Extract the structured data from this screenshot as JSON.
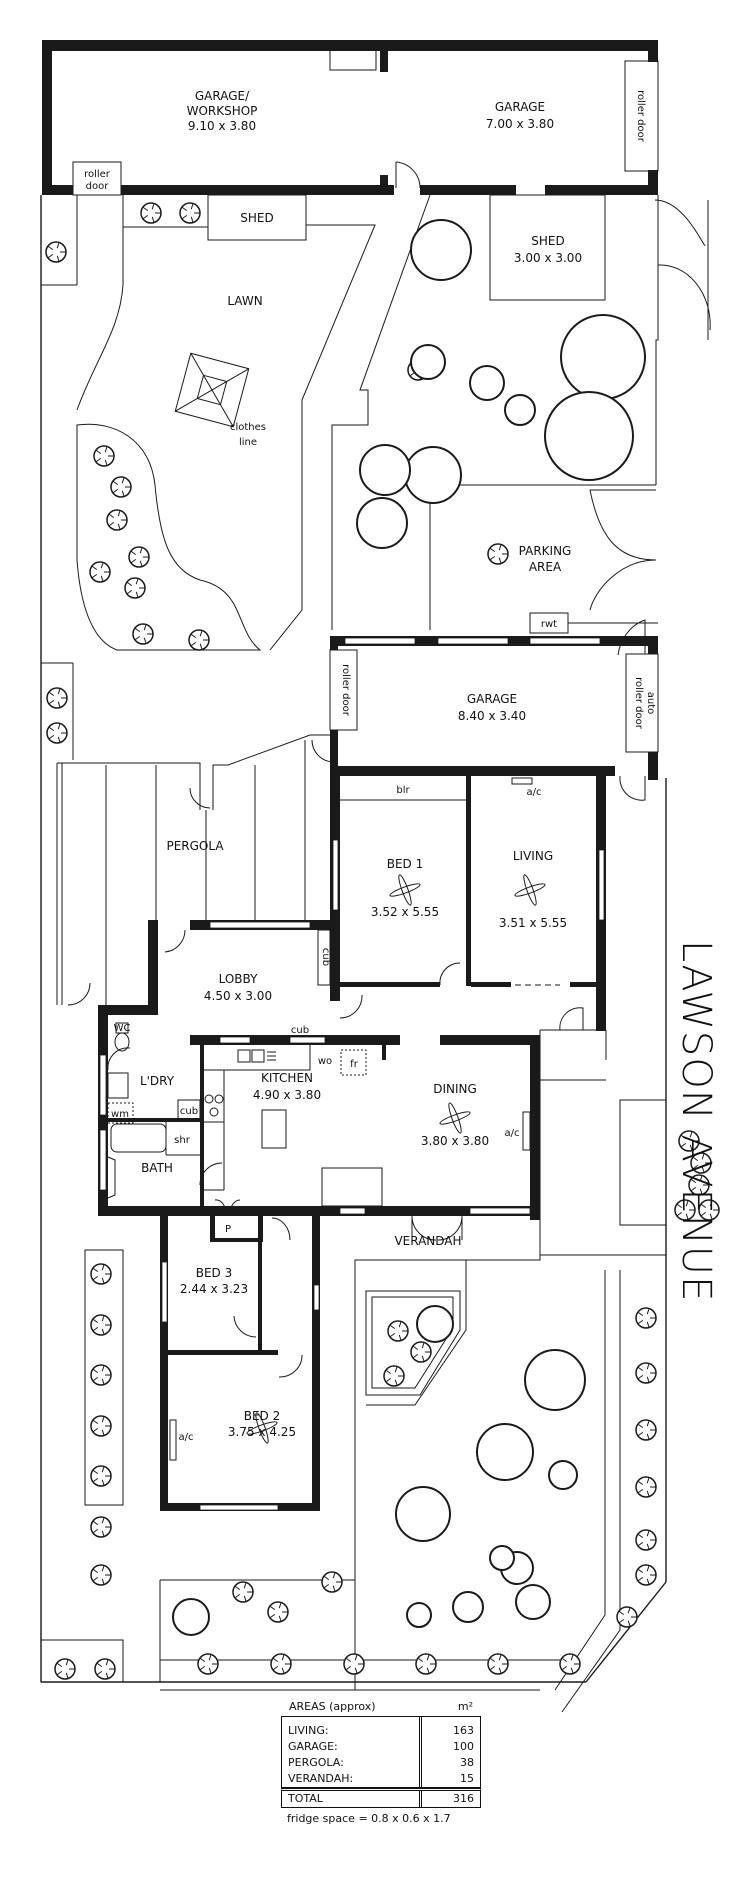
{
  "street": "LAWSON AVENUE",
  "rooms": {
    "garage_workshop": {
      "name": "GARAGE/",
      "name2": "WORKSHOP",
      "size": "9.10 x 3.80"
    },
    "garage_rear": {
      "name": "GARAGE",
      "size": "7.00 x 3.80"
    },
    "shed_small": {
      "name": "SHED"
    },
    "shed": {
      "name": "SHED",
      "size": "3.00 x 3.00"
    },
    "lawn": {
      "name": "LAWN"
    },
    "clothes_line": {
      "name": "clothes",
      "name2": "line"
    },
    "parking": {
      "name": "PARKING",
      "name2": "AREA"
    },
    "rwt": {
      "name": "rwt"
    },
    "garage_main": {
      "name": "GARAGE",
      "size": "8.40 x 3.40"
    },
    "pergola": {
      "name": "PERGOLA"
    },
    "bed1": {
      "name": "BED 1",
      "size": "3.52 x 5.55"
    },
    "living": {
      "name": "LIVING",
      "size": "3.51 x 5.55"
    },
    "lobby": {
      "name": "LOBBY",
      "size": "4.50 x 3.00"
    },
    "kitchen": {
      "name": "KITCHEN",
      "size": "4.90 x 3.80"
    },
    "dining": {
      "name": "DINING",
      "size": "3.80 x 3.80"
    },
    "laundry": {
      "name": "L'DRY"
    },
    "bath": {
      "name": "BATH"
    },
    "wc": {
      "name": "WC"
    },
    "bed3": {
      "name": "BED 3",
      "size": "2.44 x 3.23"
    },
    "bed2": {
      "name": "BED 2",
      "size": "3.75 x 4.25"
    },
    "verandah": {
      "name": "VERANDAH"
    }
  },
  "fixtures": {
    "roller_door": "roller door",
    "roller": "roller",
    "door": "door",
    "auto": "auto",
    "blr": "blr",
    "ac": "a/c",
    "cub": "cub",
    "wo": "wo",
    "fr": "fr",
    "wm": "wm",
    "shr": "shr",
    "pantry": "P"
  },
  "areas_table": {
    "title": "AREAS (approx)",
    "unit": "m²",
    "rows": [
      {
        "label": "LIVING:",
        "value": "163"
      },
      {
        "label": "GARAGE:",
        "value": "100"
      },
      {
        "label": "PERGOLA:",
        "value": "38"
      },
      {
        "label": "VERANDAH:",
        "value": "15"
      }
    ],
    "total": {
      "label": "TOTAL",
      "value": "316"
    },
    "note": "fridge space = 0.8 x 0.6 x 1.7"
  }
}
